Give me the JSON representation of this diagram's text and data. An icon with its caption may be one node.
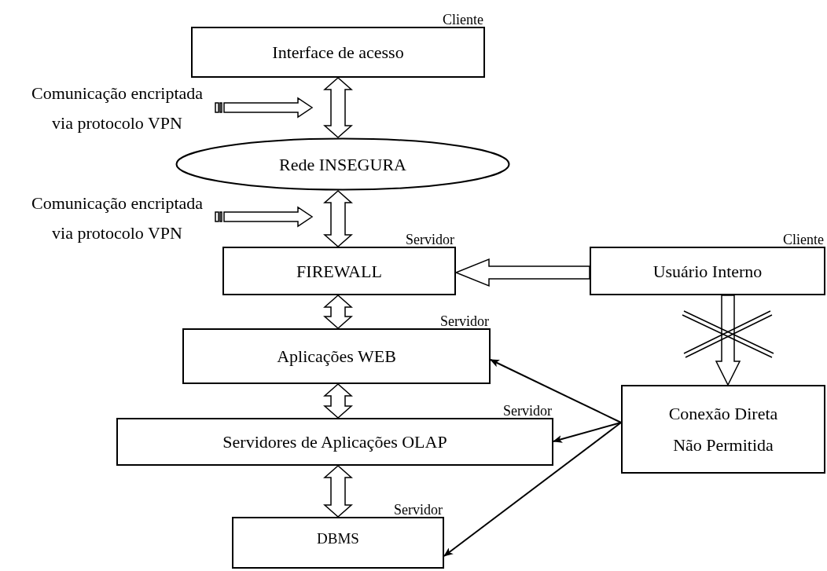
{
  "diagram": {
    "nodes": [
      {
        "text": [
          "Interface de acesso"
        ],
        "beside": [
          "Cliente"
        ]
      },
      {
        "text": [
          "Rede INSEGURA"
        ]
      },
      {
        "text": [
          "FIREWALL"
        ],
        "beside": [
          "Servidor"
        ]
      },
      {
        "text": [
          "Usuário Interno"
        ],
        "beside": [
          "Cliente"
        ]
      },
      {
        "text": [
          "Aplicações WEB"
        ],
        "beside": [
          "Servidor"
        ]
      },
      {
        "text": [
          "Servidores de Aplicações OLAP"
        ],
        "beside": [
          "Servidor"
        ]
      },
      {
        "text": [
          "DBMS"
        ],
        "beside": [
          "Servidor"
        ]
      },
      {
        "text": [
          "Conexão Direta Não Permitida"
        ]
      },
      {
        "text": [
          "Comunicação encriptada via protocolo VPN"
        ]
      },
      {
        "text": [
          "Comunicação encriptada via protocolo VPN"
        ]
      }
    ],
    "edges": [
      {
        "from": 0,
        "to": 1,
        "arrow": "both",
        "style": "thick"
      },
      {
        "from": 1,
        "to": 2,
        "arrow": "both",
        "style": "thick"
      },
      {
        "from": 3,
        "to": 2,
        "arrow": "to",
        "style": "thick"
      },
      {
        "from": 2,
        "to": 4,
        "arrow": "both",
        "style": "thick"
      },
      {
        "from": 4,
        "to": 5,
        "arrow": "both",
        "style": "thick"
      },
      {
        "from": 5,
        "to": 6,
        "arrow": "both",
        "style": "thick"
      },
      {
        "from": 3,
        "to": 7,
        "arrow": "to",
        "style": "thick"
      },
      {
        "from": 7,
        "to": 4,
        "arrow": "to"
      },
      {
        "from": 7,
        "to": 5,
        "arrow": "to"
      },
      {
        "from": 7,
        "to": 6,
        "arrow": "to"
      },
      {
        "from": 8,
        "to": null,
        "arrow": "to",
        "style": "thick"
      },
      {
        "from": 9,
        "to": null,
        "arrow": "to",
        "style": "thick"
      }
    ]
  }
}
